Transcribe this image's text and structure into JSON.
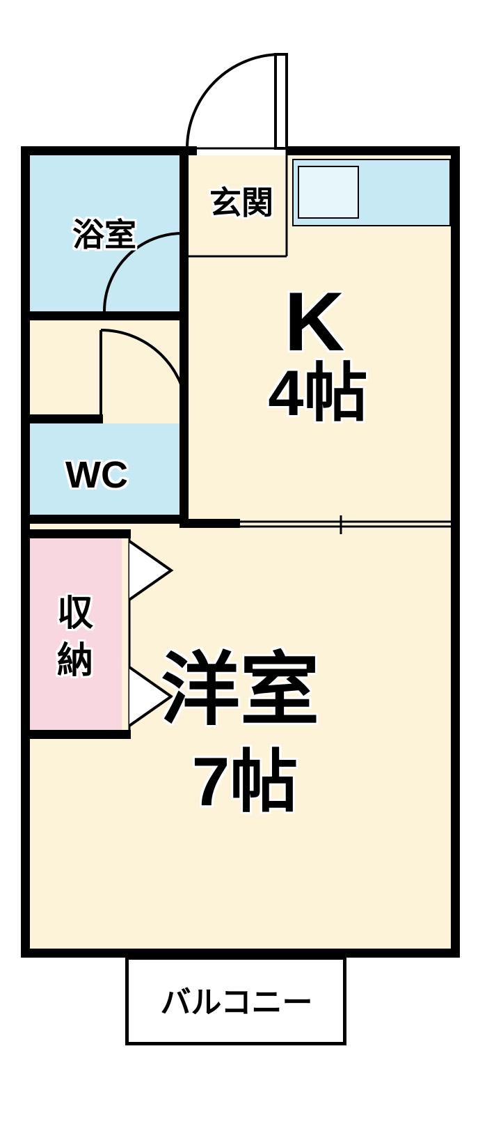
{
  "rooms": {
    "bathroom": {
      "label": "浴室"
    },
    "entrance": {
      "label": "玄関"
    },
    "kitchen": {
      "label": "K",
      "size": "4帖"
    },
    "toilet": {
      "label": "WC"
    },
    "closet": {
      "label": "収納",
      "char_top": "収",
      "char_bottom": "納"
    },
    "western_room": {
      "label": "洋室",
      "size": "7帖"
    },
    "balcony": {
      "label": "バルコニー"
    }
  },
  "colors": {
    "floor": "#FCF3D9",
    "wet_area": "#C7E9F4",
    "closet": "#F9D7E1",
    "wall": "#000000",
    "background": "#FFFFFF"
  }
}
